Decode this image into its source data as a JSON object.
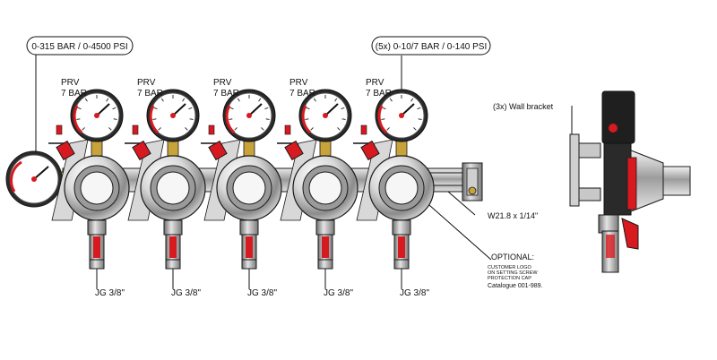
{
  "inlet_gauge_range": "0-315 BAR / 0-4500 PSI",
  "outlet_gauge_range": "(5x) 0-10/7 BAR / 0-140 PSI",
  "prv": {
    "line1": "PRV",
    "line2": "7 BAR"
  },
  "outlet_connection": "JG 3/8\"",
  "inlet_thread": "W21.8 x 1/14\"",
  "optional": {
    "title": "OPTIONAL:",
    "line1": "CUSTOMER LOGO",
    "line2": "ON SETTING SCREW",
    "line3": "PROTECTION CAP",
    "catalogue": "Catalogue 001-989."
  },
  "wall_bracket": "(3x) Wall bracket",
  "regulator_count": 5,
  "colors": {
    "outline": "#1a1a1a",
    "red": "#d71920",
    "brass": "#c8a23a",
    "chrome_light": "#f2f2f2",
    "chrome_dark": "#8a8a8a"
  }
}
